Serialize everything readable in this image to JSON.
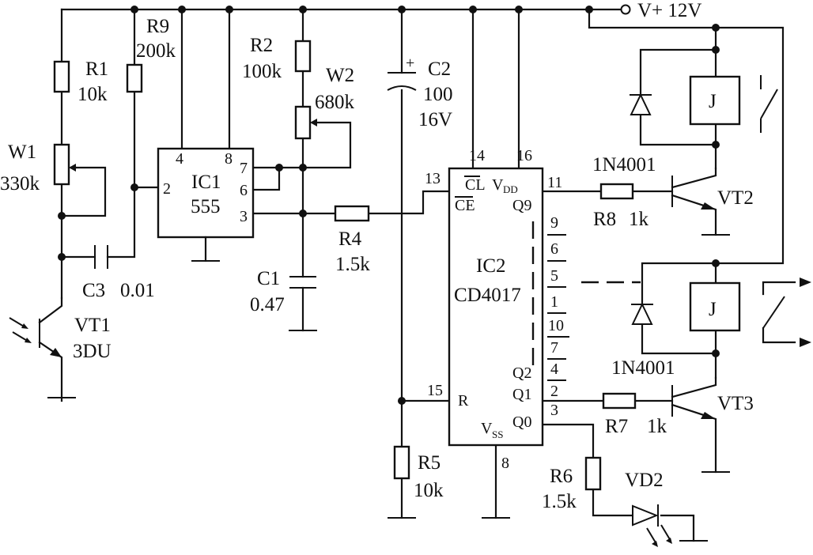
{
  "supply": {
    "label": "V+ 12V"
  },
  "components": {
    "R1": {
      "ref": "R1",
      "value": "10k"
    },
    "R9": {
      "ref": "R9",
      "value": "200k"
    },
    "R2": {
      "ref": "R2",
      "value": "100k"
    },
    "W1": {
      "ref": "W1",
      "value": "330k"
    },
    "W2": {
      "ref": "W2",
      "value": "680k"
    },
    "C1": {
      "ref": "C1",
      "value": "0.47"
    },
    "C2": {
      "ref": "C2",
      "value": "100",
      "rating": "16V",
      "polarity": "+"
    },
    "C3": {
      "ref": "C3",
      "value": "0.01"
    },
    "R4": {
      "ref": "R4",
      "value": "1.5k"
    },
    "R5": {
      "ref": "R5",
      "value": "10k"
    },
    "R6": {
      "ref": "R6",
      "value": "1.5k"
    },
    "R7": {
      "ref": "R7",
      "value": "1k"
    },
    "R8": {
      "ref": "R8",
      "value": "1k"
    },
    "VT1": {
      "ref": "VT1",
      "value": "3DU"
    },
    "VT2": {
      "ref": "VT2"
    },
    "VT3": {
      "ref": "VT3"
    },
    "VD2": {
      "ref": "VD2"
    },
    "diode_top": {
      "value": "1N4001"
    },
    "diode_bottom": {
      "value": "1N4001"
    },
    "relay_top": {
      "label": "J"
    },
    "relay_bottom": {
      "label": "J"
    }
  },
  "ic1": {
    "ref": "IC1",
    "part": "555",
    "pins": {
      "p4": "4",
      "p8": "8",
      "p7": "7",
      "p6": "6",
      "p2": "2",
      "p3": "3"
    }
  },
  "ic2": {
    "ref": "IC2",
    "part": "CD4017",
    "inputs": {
      "cl": "CL",
      "vdd": "V",
      "vdd_sub": "DD",
      "ce": "CE",
      "r": "R",
      "vss": "V",
      "vss_sub": "SS"
    },
    "outputs": {
      "q9": "Q9",
      "q2": "Q2",
      "q1": "Q1",
      "q0": "Q0"
    },
    "pins": {
      "p14": "14",
      "p16": "16",
      "p13": "13",
      "p15": "15",
      "p8": "8",
      "p11": "11",
      "p4": "4",
      "p2": "2",
      "p3": "3"
    },
    "unused_pins": [
      "9",
      "6",
      "5",
      "1",
      "10",
      "7"
    ]
  }
}
